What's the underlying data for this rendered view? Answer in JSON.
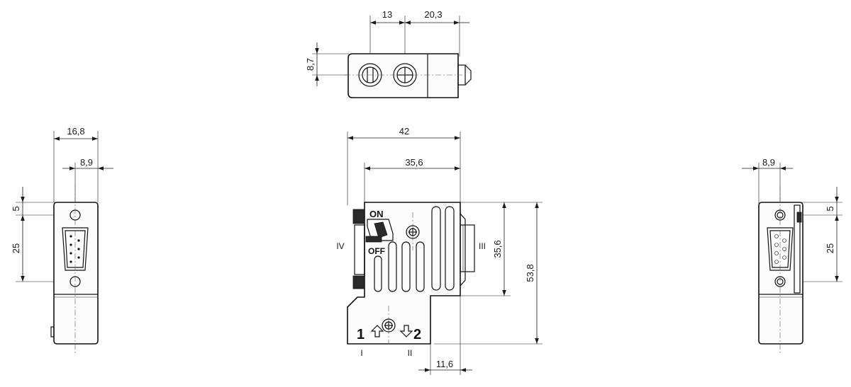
{
  "dimensions": {
    "top_view": {
      "width_left": "13",
      "width_right": "20,3",
      "height": "8,7"
    },
    "left_view": {
      "width": "16,8",
      "offset": "8,9",
      "pin_spacing_top": "5",
      "pin_spacing": "25"
    },
    "front_view": {
      "width": "42",
      "inner_width": "35,6",
      "height_upper": "35,6",
      "height_total": "53,8",
      "bottom_offset": "11,6"
    },
    "right_view": {
      "offset": "8,9",
      "pin_spacing_top": "5",
      "pin_spacing": "25"
    }
  },
  "markings": {
    "switch_on": "ON",
    "switch_off": "OFF",
    "port_1": "1",
    "port_2": "2",
    "side_1": "I",
    "side_2": "II",
    "side_3": "III",
    "side_4": "IV"
  }
}
